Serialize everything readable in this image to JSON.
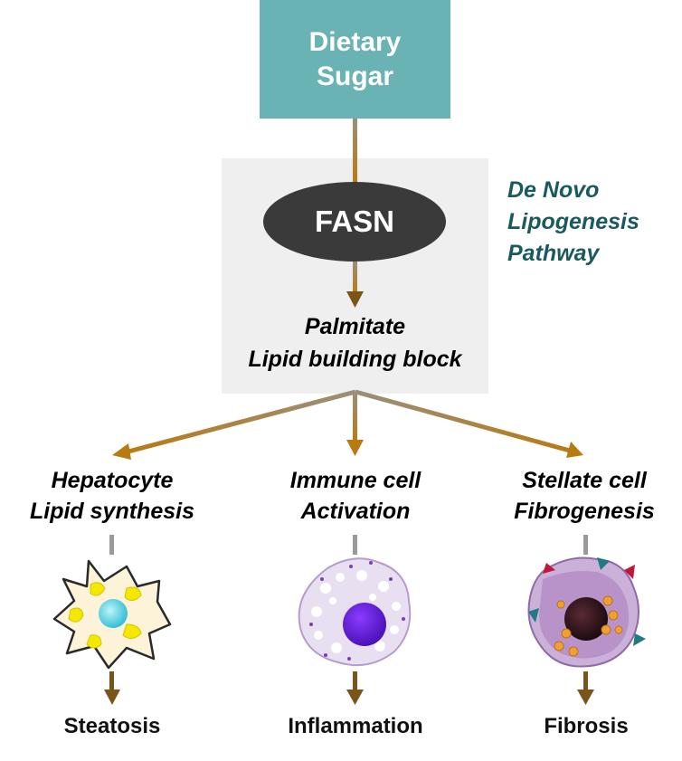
{
  "top_node": {
    "line1": "Dietary",
    "line2": "Sugar",
    "color": "#6ab3b4"
  },
  "enzyme": {
    "label": "FASN",
    "color": "#3a3a3a"
  },
  "pathway_label": {
    "line1": "De Novo",
    "line2": "Lipogenesis",
    "line3": "Pathway",
    "color": "#1a5a5e"
  },
  "product": {
    "line1": "Palmitate",
    "line2": "Lipid building block"
  },
  "branches": [
    {
      "line1": "Hepatocyte",
      "line2": "Lipid synthesis",
      "cell_icon": "hepatocyte-icon",
      "outcome": "Steatosis"
    },
    {
      "line1": "Immune cell",
      "line2": "Activation",
      "cell_icon": "immune-cell-icon",
      "outcome": "Inflammation"
    },
    {
      "line1": "Stellate cell",
      "line2": "Fibrogenesis",
      "cell_icon": "stellate-cell-icon",
      "outcome": "Fibrosis"
    }
  ],
  "arrow_color": "#b97a12"
}
